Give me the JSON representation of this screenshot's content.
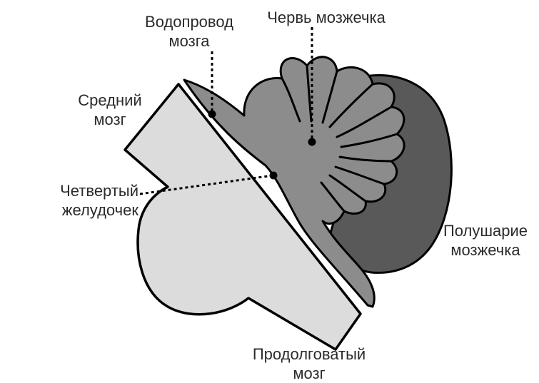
{
  "labels": {
    "aqueduct": {
      "line1": "Водопровод",
      "line2": "мозга"
    },
    "vermis": {
      "line1": "Червь мозжечка"
    },
    "midbrain": {
      "line1": "Средний",
      "line2": "мозг"
    },
    "fourth_ventricle": {
      "line1": "Четвертый",
      "line2": "желудочек"
    },
    "hemisphere": {
      "line1": "Полушарие",
      "line2": "мозжечка"
    },
    "medulla": {
      "line1": "Продолговатый",
      "line2": "мозг"
    }
  },
  "colors": {
    "brainstem_fill": "#dcdcdc",
    "vermis_fill": "#8c8c8c",
    "hemisphere_fill": "#595959",
    "outline": "#000000",
    "text": "#2b2b2b"
  }
}
